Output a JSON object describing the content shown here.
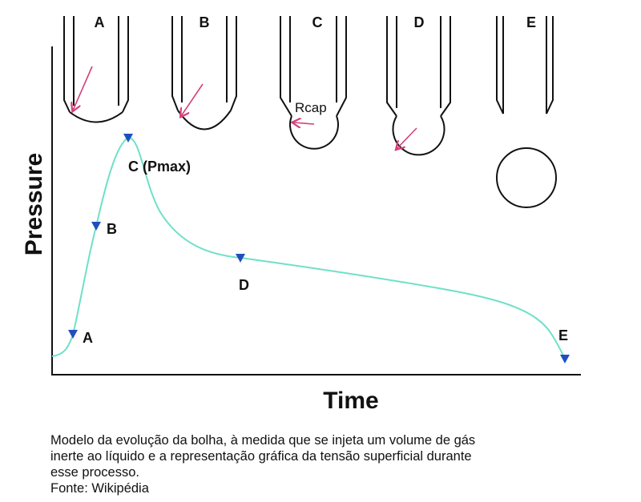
{
  "diagram": {
    "stages": [
      {
        "label": "A"
      },
      {
        "label": "B"
      },
      {
        "label": "C",
        "radius_label": "Rcap"
      },
      {
        "label": "D"
      },
      {
        "label": "E"
      }
    ],
    "axis": {
      "y_label": "Pressure",
      "x_label": "Time"
    },
    "points": {
      "A": "A",
      "B": "B",
      "C": "C (Pmax)",
      "D": "D",
      "E": "E"
    },
    "colors": {
      "curve": "#6fe0c8",
      "marker": "#1f4fbf",
      "arrow": "#d4407a",
      "line": "#111111"
    }
  },
  "caption": {
    "lines": [
      "Modelo da evolução da bolha, à medida que se injeta um volume de gás",
      "inerte ao líquido e a representação gráfica da tensão superficial durante",
      "esse processo.",
      "Fonte: Wikipédia"
    ]
  }
}
